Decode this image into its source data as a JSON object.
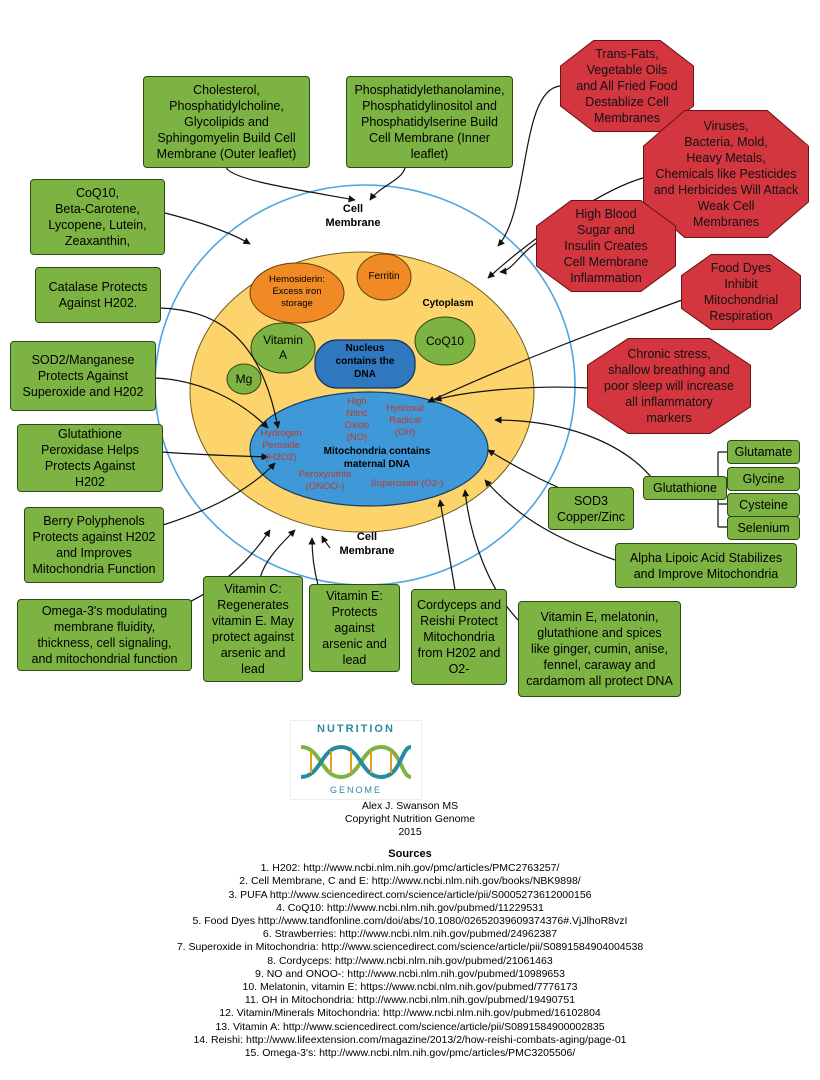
{
  "cell": {
    "membrane_top": "Cell\nMembrane",
    "membrane_bottom": "Cell\nMembrane",
    "cytoplasm": "Cytoplasm",
    "hemosiderin": "Hemosiderin:\nExcess iron\nstorage",
    "ferritin": "Ferritin",
    "vitamin_a": "Vitamin\nA",
    "mg": "Mg",
    "nucleus": "Nucleus\ncontains the\nDNA",
    "coq10": "CoQ10",
    "mito": "Mitochondria contains\nmaternal DNA",
    "hydrogen_peroxide": "Hydrogen\nPeroxide\n(H2O2)",
    "nitric_oxide": "High\nNitric\nOxide\n(NO)",
    "hydroxal": "Hydroxal\nRadical\n(OH)",
    "peroxynitrite": "Peroxynitrite\n(ONOO-)",
    "superoxide": "Superoxide (O2-)"
  },
  "green_boxes": {
    "cholesterol": "Cholesterol,\nPhosphatidylcholine,\nGlycolipids and\nSphingomyelin Build Cell\nMembrane (Outer leaflet)",
    "phosphatidyl": "Phosphatidylethanolamine,\nPhosphatidylinositol and\nPhosphatidylserine Build\nCell Membrane (Inner\nleaflet)",
    "coq10_list": "CoQ10,\nBeta-Carotene,\nLycopene, Lutein,\nZeaxanthin,",
    "catalase": "Catalase Protects\nAgainst H202.",
    "sod2": "SOD2/Manganese\nProtects Against\nSuperoxide and H202",
    "glutathione_peroxidase": "Glutathione\nPeroxidase Helps\nProtects Against\nH202",
    "berry": "Berry Polyphenols\nProtects against H202\nand Improves\nMitochondria Function",
    "omega3": "Omega-3's modulating\nmembrane fluidity,\nthickness, cell signaling,\nand mitochondrial function",
    "vitamin_c": "Vitamin C:\nRegenerates\nvitamin E. May\nprotect against\narsenic and\nlead",
    "vitamin_e": "Vitamin E:\nProtects\nagainst\narsenic and\nlead",
    "cordyceps": "Cordyceps and\nReishi Protect\nMitochondria\nfrom H202 and\nO2-",
    "vitamin_e_melatonin": "Vitamin E, melatonin,\nglutathione and spices\nlike ginger, cumin, anise,\nfennel, caraway and\ncardamom all protect DNA",
    "alpha_lipoic": "Alpha Lipoic Acid Stabilizes\nand Improve Mitochondria",
    "sod3": "SOD3\nCopper/Zinc",
    "glutathione": "Glutathione",
    "glutamate": "Glutamate",
    "glycine": "Glycine",
    "cysteine": "Cysteine",
    "selenium": "Selenium"
  },
  "red_boxes": {
    "trans_fats": "Trans-Fats,\nVegetable Oils\nand All Fried Food\nDestablize Cell\nMembranes",
    "viruses": "Viruses,\nBacteria, Mold,\nHeavy Metals,\nChemicals like Pesticides\nand Herbicides Will Attack\nWeak Cell\nMembranes",
    "blood_sugar": "High Blood\nSugar and\nInsulin Creates\nCell Membrane\nInflammation",
    "food_dyes": "Food Dyes\nInhibit\nMitochondrial\nRespiration",
    "stress": "Chronic stress,\nshallow breathing and\npoor sleep will increase\nall inflammatory\nmarkers"
  },
  "logo": {
    "top_text": "NUTRITION",
    "bottom_text": "GENOME"
  },
  "credits": "Alex J. Swanson MS\nCopyright Nutrition Genome\n2015",
  "sources": {
    "title": "Sources",
    "items": [
      "1. H202: http://www.ncbi.nlm.nih.gov/pmc/articles/PMC2763257/",
      "2. Cell Membrane, C and E: http://www.ncbi.nlm.nih.gov/books/NBK9898/",
      "3. PUFA http://www.sciencedirect.com/science/article/pii/S0005273612000156",
      "4. CoQ10: http://www.ncbi.nlm.nih.gov/pubmed/11229531",
      "5. Food Dyes http://www.tandfonline.com/doi/abs/10.1080/02652039609374376#.VjJlhoR8vzI",
      "6. Strawberries: http://www.ncbi.nlm.nih.gov/pubmed/24962387",
      "7. Superoxide in Mitochondria: http://www.sciencedirect.com/science/article/pii/S0891584904004538",
      "8. Cordyceps: http://www.ncbi.nlm.nih.gov/pubmed/21061463",
      "9. NO and ONOO-: http://www.ncbi.nlm.nih.gov/pubmed/10989653",
      "10. Melatonin, vitamin E: https://www.ncbi.nlm.nih.gov/pubmed/7776173",
      "11. OH in Mitochondria: http://www.ncbi.nlm.nih.gov/pubmed/19490751",
      "12. Vitamin/Minerals Mitochondria: http://www.ncbi.nlm.nih.gov/pubmed/16102804",
      "13. Vitamin A: http://www.sciencedirect.com/science/article/pii/S0891584900002835",
      "14. Reishi: http://www.lifeextension.com/magazine/2013/2/how-reishi-combats-aging/page-01",
      "15. Omega-3's: http://www.ncbi.nlm.nih.gov/pmc/articles/PMC3205506/"
    ]
  },
  "colors": {
    "green": "#7cb342",
    "red": "#d3363e",
    "cytoplasm": "#fdd46b",
    "mitochondria": "#3f98d8",
    "nucleus": "#2f78c0",
    "organelle_orange": "#f08a24",
    "membrane": "#4ea6e0"
  }
}
